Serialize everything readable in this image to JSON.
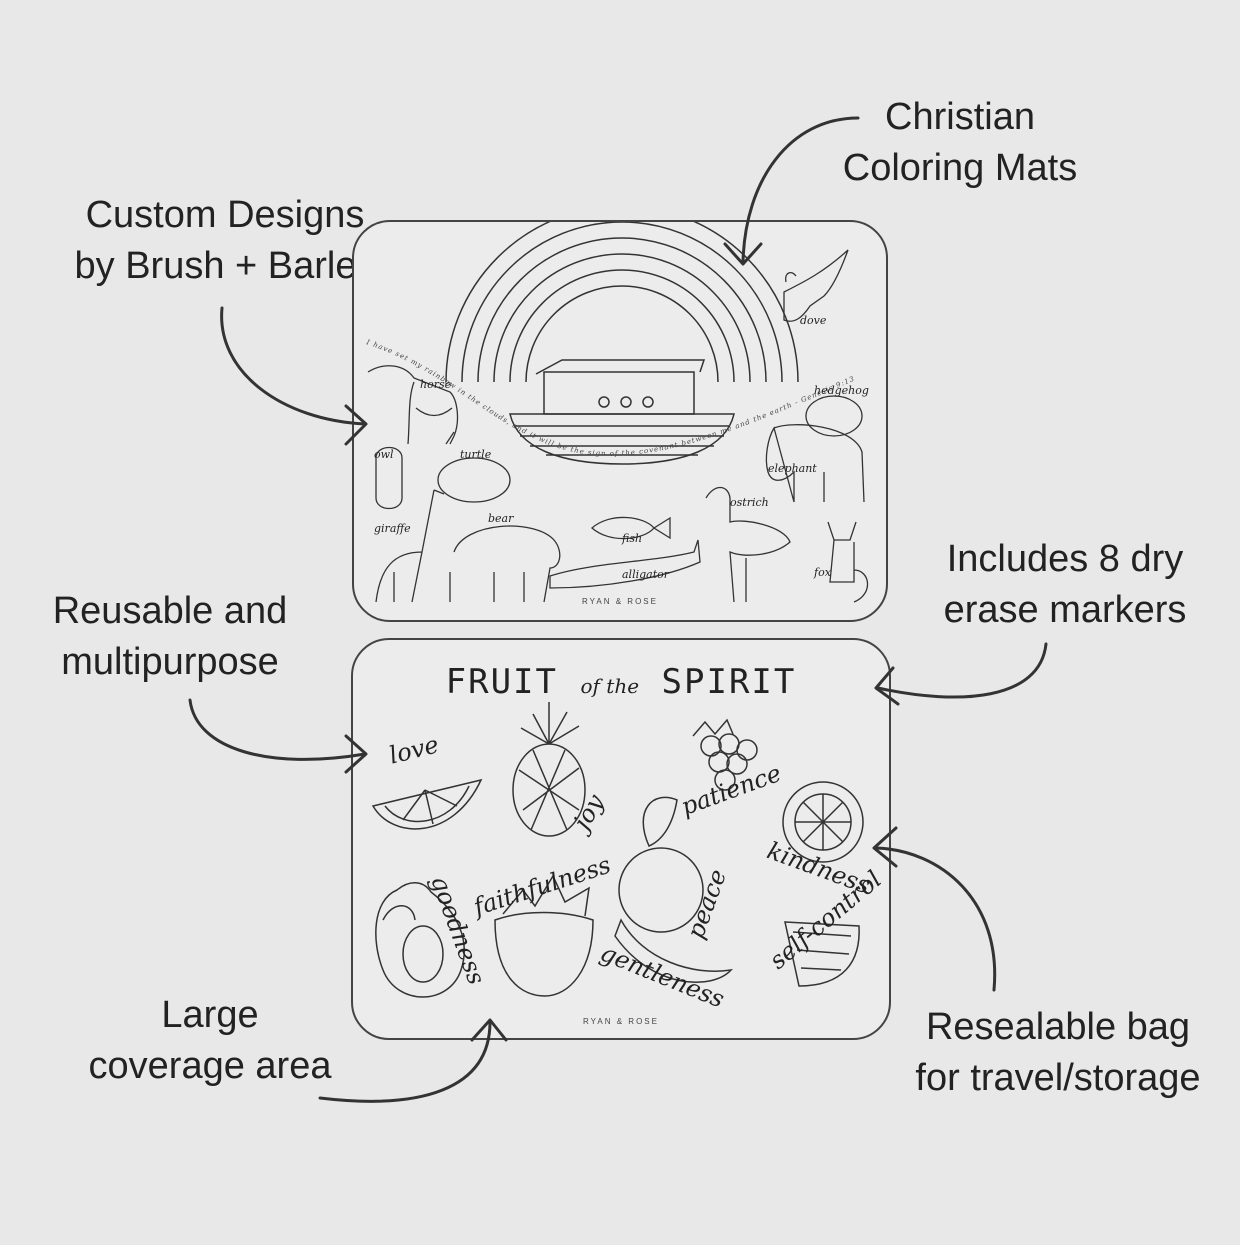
{
  "callouts": {
    "christian": [
      "Christian",
      "Coloring Mats"
    ],
    "custom": [
      "Custom Designs",
      "by Brush + Barley"
    ],
    "markers": [
      "Includes 8 dry",
      "erase markers"
    ],
    "reusable": [
      "Reusable and",
      "multipurpose"
    ],
    "large": [
      "Large",
      "coverage area"
    ],
    "bag": [
      "Resealable bag",
      "for travel/storage"
    ]
  },
  "mat_ark": {
    "verse": "I have set my rainbow in the clouds, and it will be the sign of the covenant between me and the earth - Genesis 9:13",
    "brand": "RYAN & ROSE",
    "animals": [
      "horse",
      "dove",
      "hedgehog",
      "owl",
      "turtle",
      "elephant",
      "giraffe",
      "bear",
      "fish",
      "ostrich",
      "alligator",
      "fox"
    ]
  },
  "mat_fruit": {
    "title_left": "FRUIT",
    "title_mid": "of the",
    "title_right": "SPIRIT",
    "brand": "RYAN & ROSE",
    "fruits": [
      "love",
      "joy",
      "patience",
      "kindness",
      "peace",
      "goodness",
      "faithfulness",
      "gentleness",
      "self-control"
    ]
  },
  "colors": {
    "background": "#e8e8e8",
    "ink": "#222222",
    "mat": "#ececec"
  }
}
